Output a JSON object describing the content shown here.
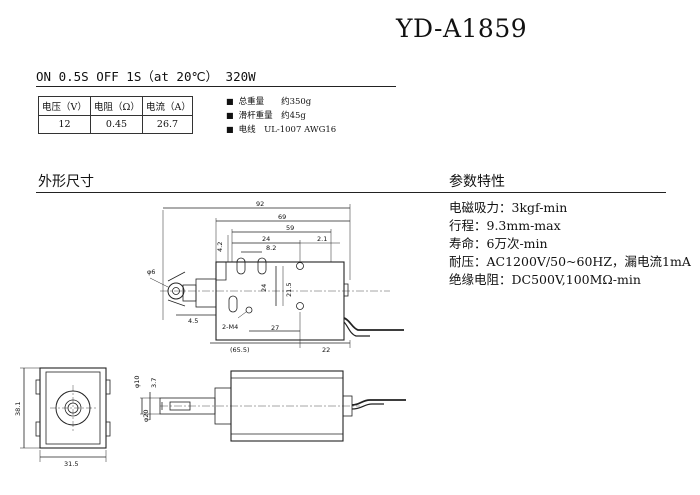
{
  "header": {
    "title": "YD-A1859",
    "spec_line": "ON 0.5S OFF 1S（at 20℃） 320W"
  },
  "electrical_table": {
    "headers": [
      "电压（V）",
      "电阻（Ω）",
      "电流（A）"
    ],
    "row": [
      "12",
      "0.45",
      "26.7"
    ]
  },
  "info_list": [
    "总重量　　约350g",
    "滑杆重量　约45g",
    "电线　UL-1007 AWG16"
  ],
  "sections": {
    "outline_title": "外形尺寸",
    "characteristics_title": "参数特性"
  },
  "characteristics": [
    "电磁吸力：3kgf-min",
    "行程：9.3mm-max",
    "寿命：6万次-min",
    "耐压：AC1200V/50~60HZ，漏电流1mA",
    "绝缘电阻：DC500V,100MΩ-min"
  ],
  "dimensions": {
    "d92": "92",
    "d69": "69",
    "d59": "59",
    "d24": "24",
    "d8_2": "8.2",
    "d2_1": "2.1",
    "d4_2": "4.2",
    "d6": "φ6",
    "d21_5": "21.5",
    "d24v": "24",
    "d4_5": "4.5",
    "dM4": "2-M4",
    "d27": "27",
    "d65_5": "(65.5)",
    "d22": "22",
    "d10": "φ10",
    "d3_7": "3.7",
    "d20": "φ20",
    "d38_1": "38.1",
    "d31_5": "31.5"
  }
}
